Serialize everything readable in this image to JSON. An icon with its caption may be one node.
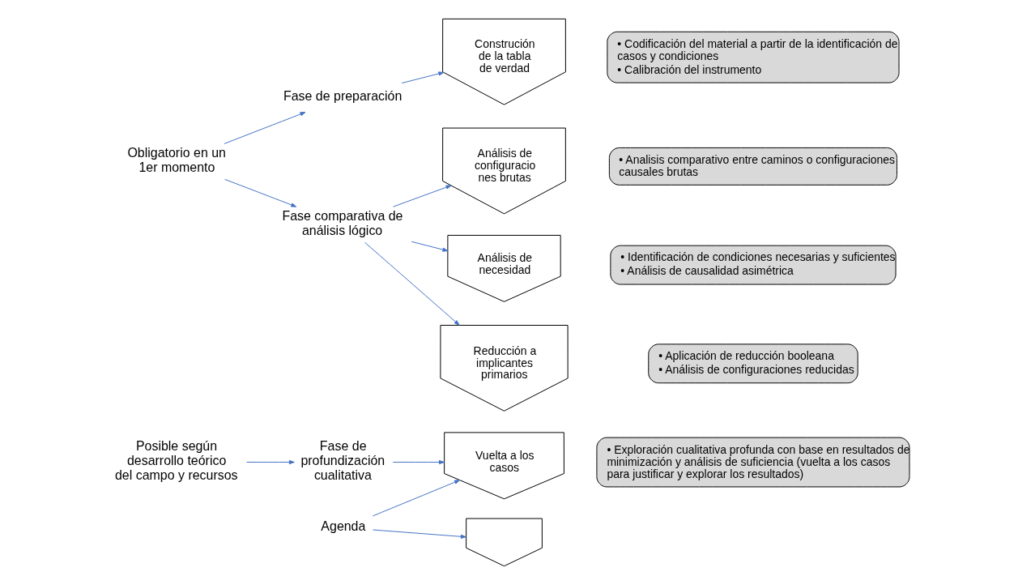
{
  "diagram": {
    "nodes": [
      {
        "text": [
          "Obligatorio en un 1er momento"
        ]
      },
      {
        "text": [
          "Fase de preparación"
        ]
      },
      {
        "text": [
          "Fase comparativa de análisis lógico"
        ]
      },
      {
        "text": [
          "Posible según desarrollo teórico del campo y recursos"
        ]
      },
      {
        "text": [
          "Fase de profundización cualitativa"
        ]
      },
      {
        "text": [
          "Agenda"
        ]
      },
      {
        "text": [
          "Construción de la tabla de verdad"
        ]
      },
      {
        "text": [
          "• Codificación del material a partir de la identificación de casos y condiciones",
          "• Calibración del instrumento"
        ]
      },
      {
        "text": [
          "Análisis de configuracio nes brutas"
        ]
      },
      {
        "text": [
          "• Analisis comparativo entre caminos o configuraciones causales brutas"
        ]
      },
      {
        "text": [
          "Análisis de necesidad"
        ]
      },
      {
        "text": [
          "• Identificación de condiciones necesarias y suficientes",
          "• Análisis de causalidad asimétrica"
        ]
      },
      {
        "text": [
          "Reducción a implicantes primarios"
        ]
      },
      {
        "text": [
          "• Aplicación de reducción booleana",
          "• Análisis de configuraciones reducidas"
        ]
      },
      {
        "text": [
          "Vuelta a los casos"
        ]
      },
      {
        "text": [
          "• Exploración cualitativa profunda con base en resultados de minimización y análisis de suficiencia (vuelta a los casos para justificar y explorar los resultados)"
        ]
      },
      {
        "text": [],
        "shape": "chevron"
      }
    ],
    "edges": [
      {
        "from": 0,
        "to": 1,
        "arrow": "to"
      },
      {
        "from": 0,
        "to": 2,
        "arrow": "to"
      },
      {
        "from": 1,
        "to": 6,
        "arrow": "to"
      },
      {
        "from": 2,
        "to": 8,
        "arrow": "to"
      },
      {
        "from": 2,
        "to": 10,
        "arrow": "to"
      },
      {
        "from": 2,
        "to": 12,
        "arrow": "to"
      },
      {
        "from": 3,
        "to": 4,
        "arrow": "to"
      },
      {
        "from": 4,
        "to": 14,
        "arrow": "to"
      },
      {
        "from": 5,
        "to": 14,
        "arrow": "to"
      },
      {
        "from": 5,
        "to": 16,
        "arrow": "to"
      }
    ]
  }
}
